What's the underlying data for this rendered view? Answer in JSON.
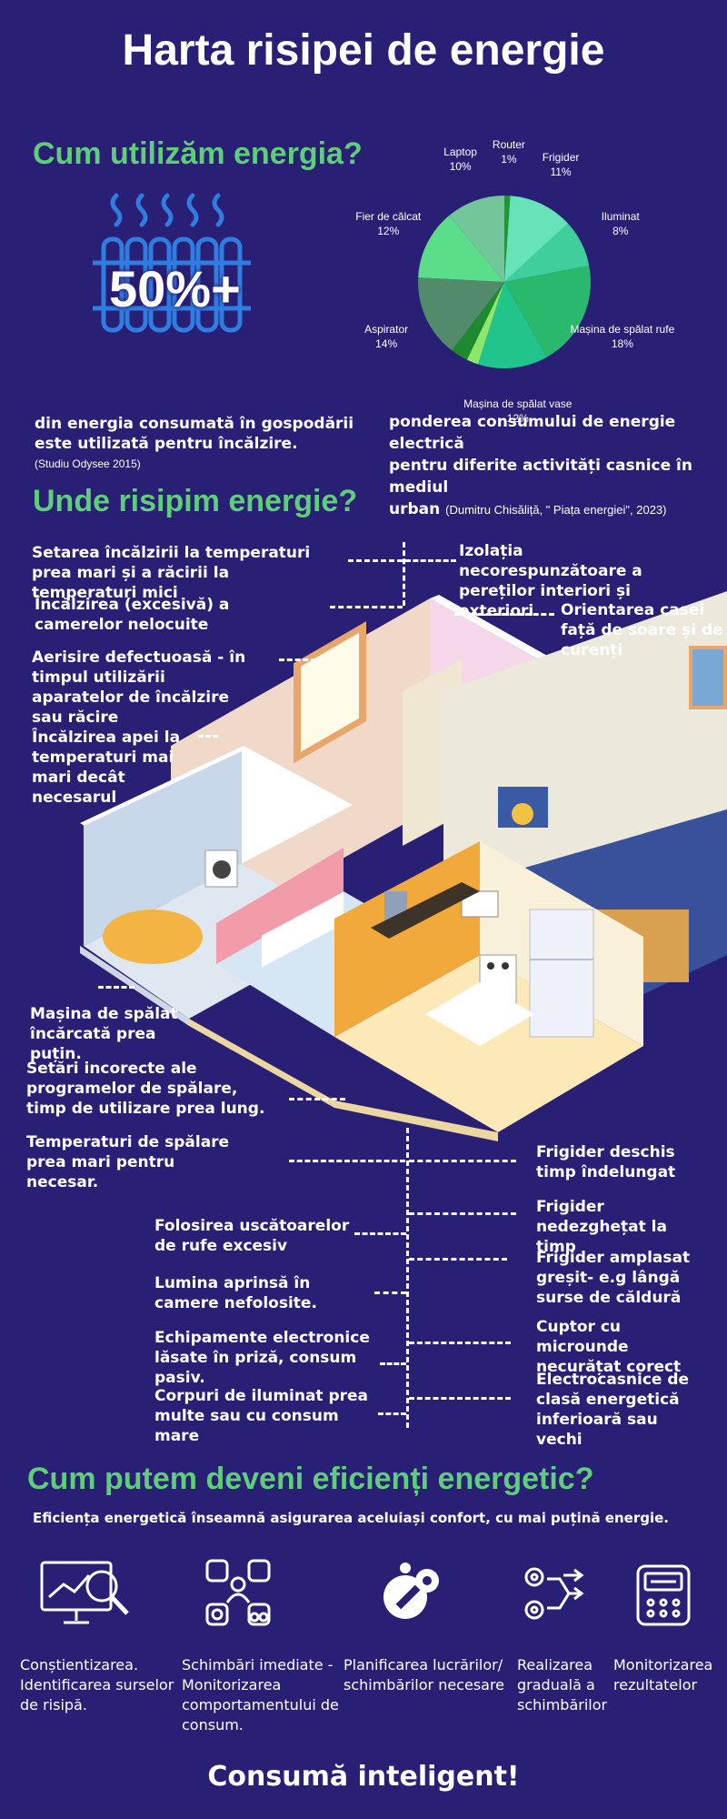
{
  "title": "Harta risipei de energie",
  "section1": {
    "heading": "Cum utilizăm energia?",
    "big_stat": "50%+",
    "left_text_1": "din energia consumată în gospodării",
    "left_text_2": "este utilizată pentru încălzire.",
    "left_source": "(Studiu Odysee 2015)",
    "right_text_1": "ponderea consumului de energie electrică",
    "right_text_2": "pentru diferite activități casnice în mediul",
    "right_text_3": "urban",
    "right_source": "(Dumitru Chisăliță, \" Piața energiei\", 2023)"
  },
  "chart_data": {
    "type": "pie",
    "title": "",
    "slices": [
      {
        "label": "Router",
        "value": 1,
        "display": "1%",
        "color": "#1f9a2a"
      },
      {
        "label": "Frigider",
        "value": 11,
        "display": "11%",
        "color": "#66e3b8"
      },
      {
        "label": "Iluminat",
        "value": 8,
        "display": "8%",
        "color": "#3fcf9c"
      },
      {
        "label": "Mașina de spălat rufe",
        "value": 18,
        "display": "18%",
        "color": "#29b86c"
      },
      {
        "label": "Mașina de spălat vase",
        "value": 12,
        "display": "12%",
        "color": "#21c48a"
      },
      {
        "label": "",
        "value": 2,
        "display": "",
        "color": "#8be86a"
      },
      {
        "label": "",
        "value": 3,
        "display": "",
        "color": "#1e8a30"
      },
      {
        "label": "Aspirator",
        "value": 14,
        "display": "14%",
        "color": "#528a6c"
      },
      {
        "label": "Fier de călcat",
        "value": 12,
        "display": "12%",
        "color": "#5bde8a"
      },
      {
        "label": "Laptop",
        "value": 10,
        "display": "10%",
        "color": "#72c69a"
      }
    ]
  },
  "section2": {
    "heading": "Unde risipim energie?",
    "left_items": [
      "Setarea încălzirii la temperaturi prea mari și a răcirii la temperaturi mici",
      "Încălzirea (excesivă) a camerelor nelocuite",
      "Aerisire defectuoasă - în timpul utilizării aparatelor de încălzire sau răcire",
      "Încălzirea apei la temperaturi mai mari decât necesarul",
      "Mașina de spălat încărcată prea puțin.",
      "Setări incorecte ale programelor de spălare, timp de utilizare prea lung.",
      "Temperaturi de spălare prea mari pentru necesar."
    ],
    "right_items": [
      "Izolația necorespunzătoare a pereților interiori și exteriori",
      "Orientarea casei față de soare și de curenți"
    ],
    "bottom_left_items": [
      "Folosirea uscătoarelor de rufe excesiv",
      "Lumina aprinsă în camere nefolosite.",
      "Echipamente electronice lăsate în priză, consum pasiv.",
      "Corpuri de iluminat prea multe sau cu consum mare"
    ],
    "bottom_right_items": [
      "Frigider deschis timp îndelungat",
      "Frigider nedezghețat la timp",
      "Frigider amplasat greșit- e.g lângă surse de căldură",
      "Cuptor cu microunde necurățat corect",
      "Electrocasnice de clasă energetică inferioară sau vechi"
    ]
  },
  "section3": {
    "heading": "Cum putem deveni eficienți energetic?",
    "subtitle": "Eficiența energetică înseamnă asigurarea aceluiași confort, cu mai puțină energie.",
    "steps": [
      {
        "icon": "monitor-analysis-icon",
        "text": "Conștientizarea. Identificarea surselor de risipă."
      },
      {
        "icon": "person-devices-icon",
        "text": "Schimbări imediate - Monitorizarea comportamentului de consum."
      },
      {
        "icon": "gear-pencil-icon",
        "text": "Planificarea lucrărilor/ schimbărilor necesare"
      },
      {
        "icon": "gears-arrows-icon",
        "text": "Realizarea graduală a schimbărilor"
      },
      {
        "icon": "meter-icon",
        "text": "Monitorizarea rezultatelor"
      }
    ]
  },
  "footer": "Consumă inteligent!"
}
